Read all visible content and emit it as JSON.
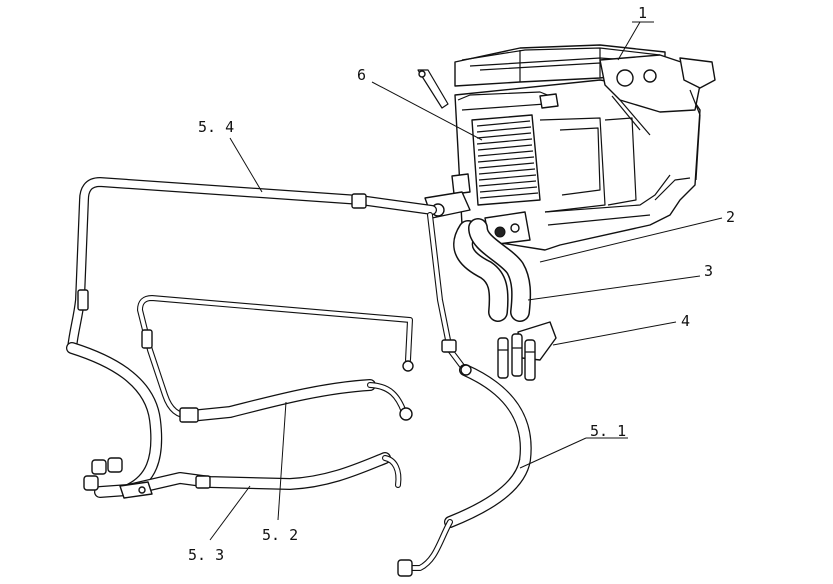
{
  "callouts": [
    {
      "id": "1",
      "label": "1"
    },
    {
      "id": "2",
      "label": "2"
    },
    {
      "id": "3",
      "label": "3"
    },
    {
      "id": "4",
      "label": "4"
    },
    {
      "id": "5.1",
      "label": "5. 1"
    },
    {
      "id": "5.2",
      "label": "5. 2"
    },
    {
      "id": "5.3",
      "label": "5. 3"
    },
    {
      "id": "5.4",
      "label": "5. 4"
    },
    {
      "id": "6",
      "label": "6"
    }
  ]
}
